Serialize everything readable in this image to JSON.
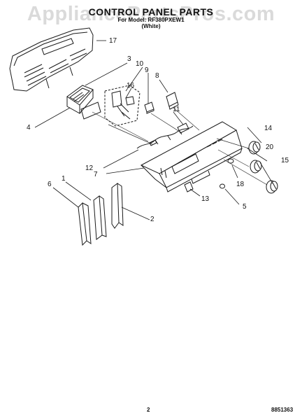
{
  "header": {
    "title": "CONTROL PANEL PARTS",
    "subtitle": "For Model: RF380PXEW1",
    "variant": "(White)"
  },
  "watermark": "AppliancePartsPros.com",
  "footer": {
    "page_number": "2",
    "doc_code": "8851363"
  },
  "callouts": [
    "1",
    "2",
    "3",
    "4",
    "5",
    "6",
    "7",
    "8",
    "9",
    "10",
    "11",
    "12",
    "13",
    "14",
    "15",
    "16",
    "17",
    "18",
    "20"
  ]
}
